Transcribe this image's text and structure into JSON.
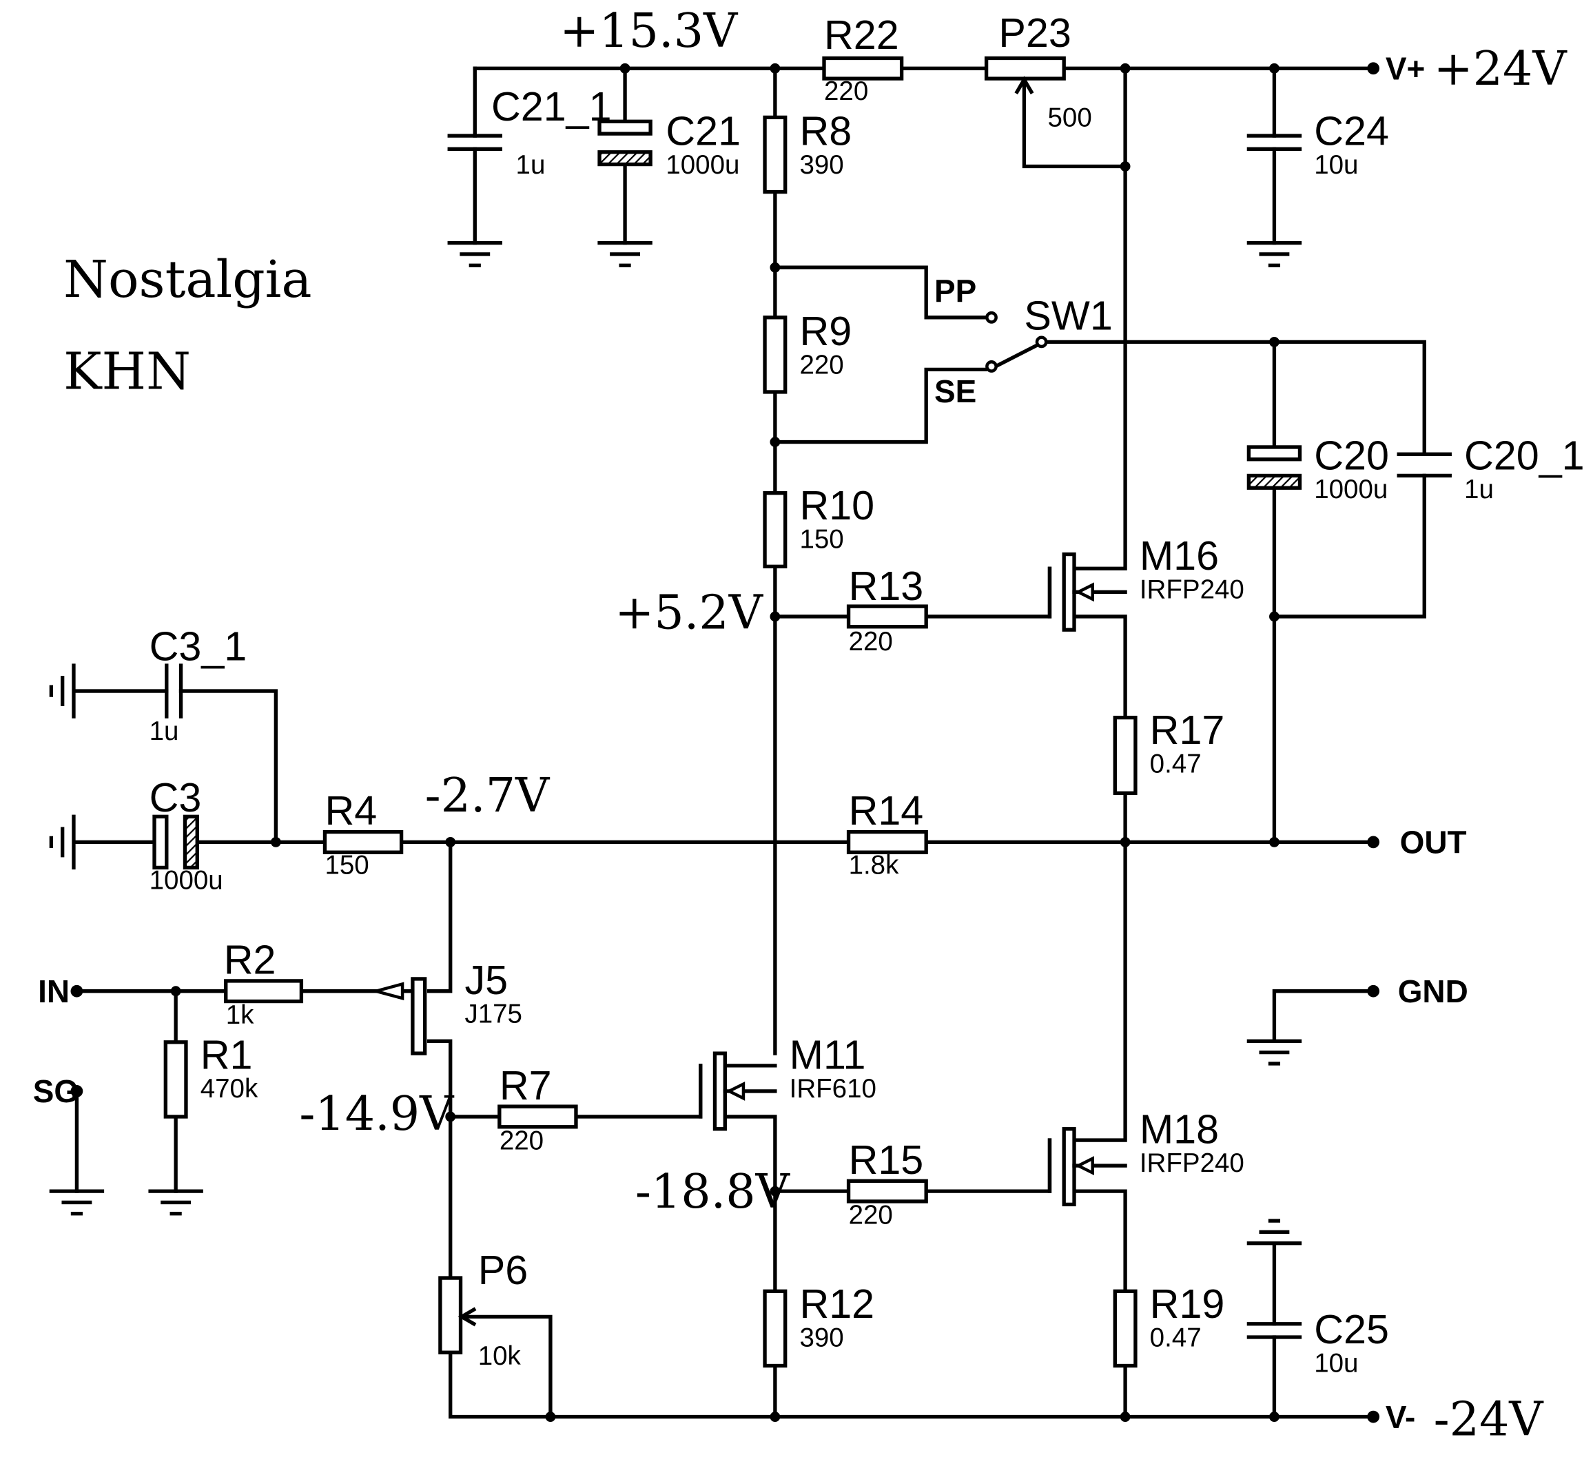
{
  "title": {
    "line1": "Nostalgia",
    "line2": "KHN"
  },
  "voltages": {
    "v_15_3": "+15.3V",
    "v_24p": "+24V",
    "v_5_2": "+5.2V",
    "v_2_7": "-2.7V",
    "v_14_9": "-14.9V",
    "v_18_8": "-18.8V",
    "v_24n": "-24V"
  },
  "ports": {
    "vplus": "V+",
    "vminus": "V-",
    "out": "OUT",
    "gnd": "GND",
    "in": "IN",
    "sg": "SG"
  },
  "switch": {
    "ref": "SW1",
    "pp": "PP",
    "se": "SE"
  },
  "components": {
    "C21_1": {
      "ref": "C21_1",
      "value": "1u"
    },
    "C21": {
      "ref": "C21",
      "value": "1000u"
    },
    "R22": {
      "ref": "R22",
      "value": "220"
    },
    "P23": {
      "ref": "P23",
      "value": "500"
    },
    "C24": {
      "ref": "C24",
      "value": "10u"
    },
    "R8": {
      "ref": "R8",
      "value": "390"
    },
    "R9": {
      "ref": "R9",
      "value": "220"
    },
    "R10": {
      "ref": "R10",
      "value": "150"
    },
    "C20": {
      "ref": "C20",
      "value": "1000u"
    },
    "C20_1": {
      "ref": "C20_1",
      "value": "1u"
    },
    "M16": {
      "ref": "M16",
      "value": "IRFP240"
    },
    "R13": {
      "ref": "R13",
      "value": "220"
    },
    "C3_1": {
      "ref": "C3_1",
      "value": "1u"
    },
    "C3": {
      "ref": "C3",
      "value": "1000u"
    },
    "R4": {
      "ref": "R4",
      "value": "150"
    },
    "R14": {
      "ref": "R14",
      "value": "1.8k"
    },
    "R17": {
      "ref": "R17",
      "value": "0.47"
    },
    "R2": {
      "ref": "R2",
      "value": "1k"
    },
    "R1": {
      "ref": "R1",
      "value": "470k"
    },
    "J5": {
      "ref": "J5",
      "value": "J175"
    },
    "M11": {
      "ref": "M11",
      "value": "IRF610"
    },
    "R7": {
      "ref": "R7",
      "value": "220"
    },
    "M18": {
      "ref": "M18",
      "value": "IRFP240"
    },
    "R15": {
      "ref": "R15",
      "value": "220"
    },
    "P6": {
      "ref": "P6",
      "value": "10k"
    },
    "R12": {
      "ref": "R12",
      "value": "390"
    },
    "R19": {
      "ref": "R19",
      "value": "0.47"
    },
    "C25": {
      "ref": "C25",
      "value": "10u"
    }
  }
}
